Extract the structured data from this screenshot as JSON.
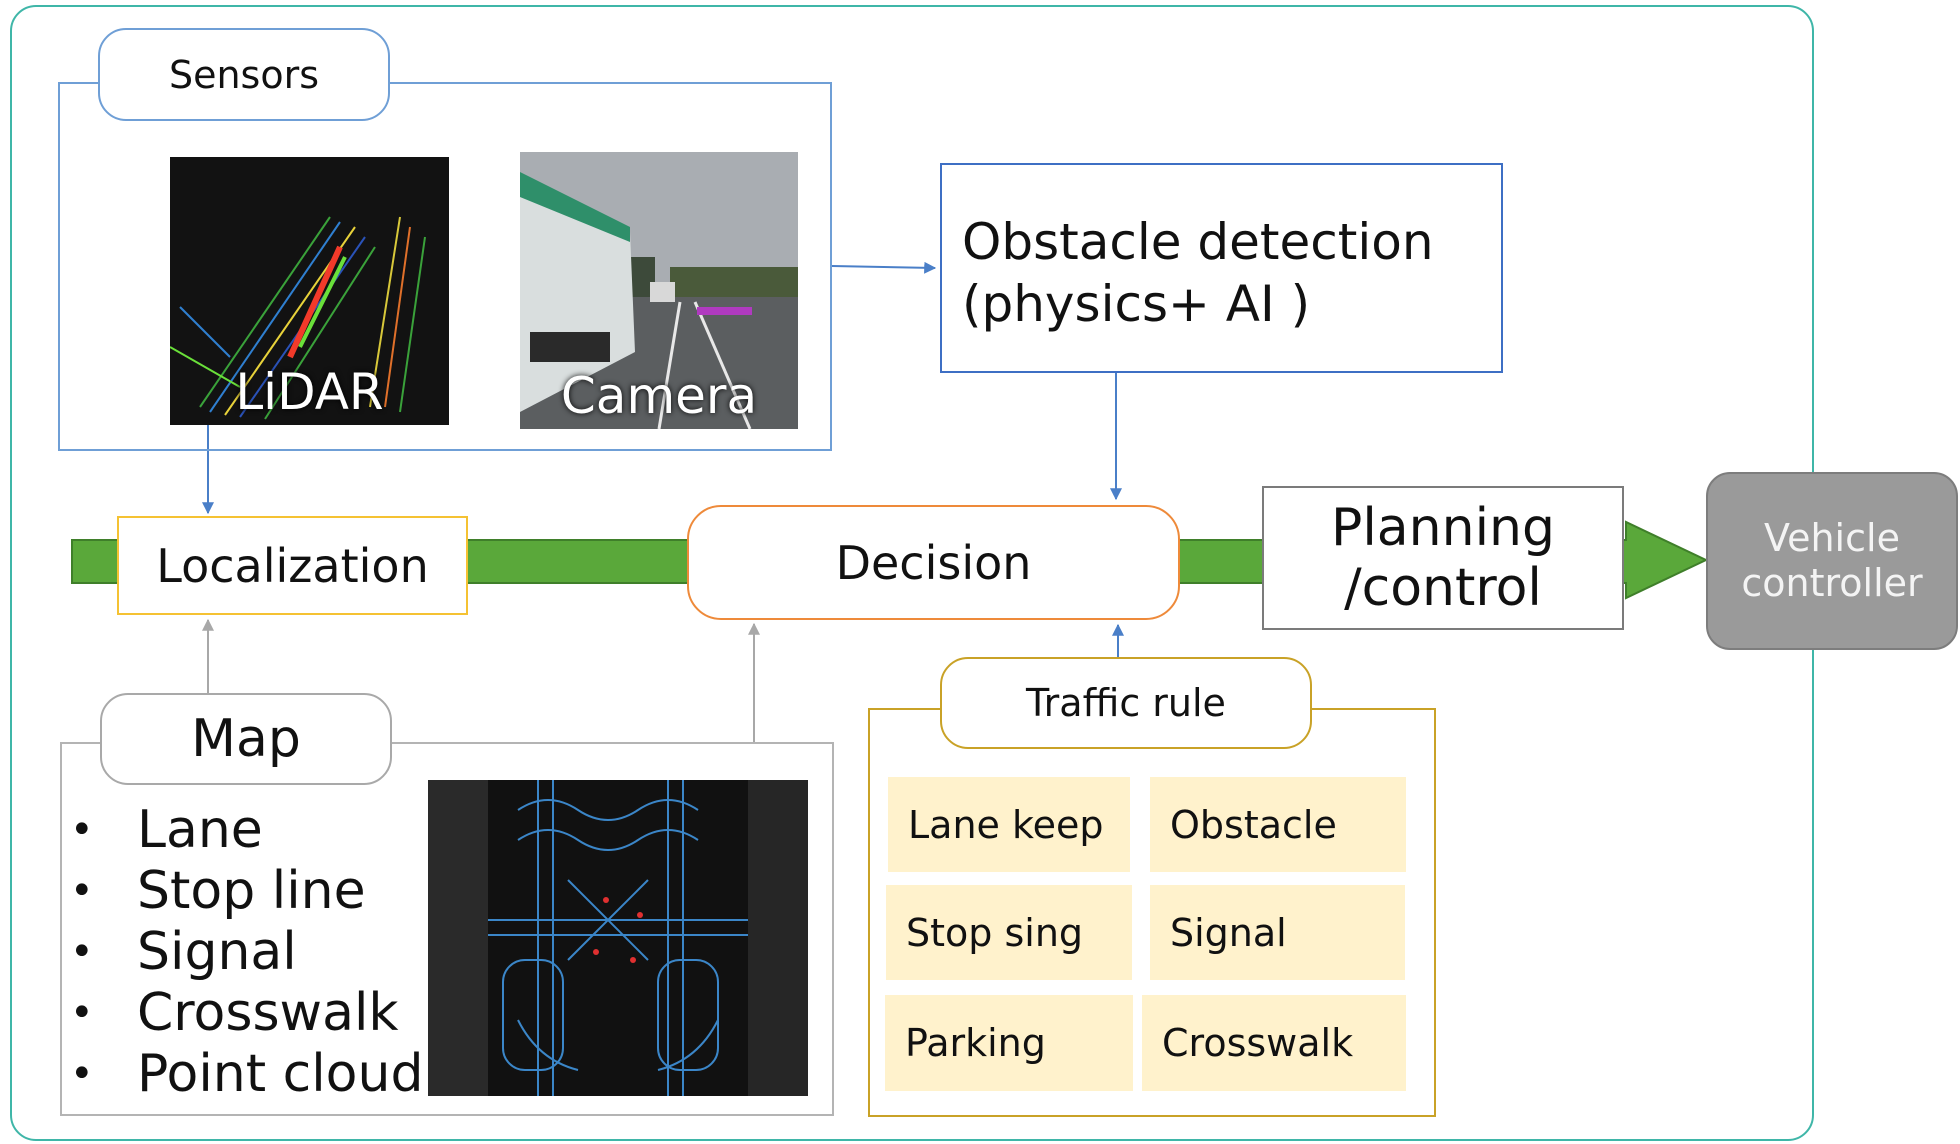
{
  "sensors": {
    "title": "Sensors",
    "lidar_label": "LiDAR",
    "camera_label": "Camera"
  },
  "obstacle_detection": {
    "line1": "Obstacle detection",
    "line2": "(physics+ AI )"
  },
  "pipeline": {
    "localization": "Localization",
    "decision": "Decision",
    "planning_line1": "Planning",
    "planning_line2": "/control",
    "vehicle_line1": "Vehicle",
    "vehicle_line2": "controller"
  },
  "map": {
    "title": "Map",
    "items": [
      "Lane",
      "Stop line",
      "Signal",
      "Crosswalk",
      "Point cloud"
    ]
  },
  "traffic_rule": {
    "title": "Traffic rule",
    "rules": [
      "Lane keep",
      "Obstacle",
      "Stop sing",
      "Signal",
      "Parking",
      "Crosswalk"
    ]
  },
  "colors": {
    "pipeline_bar": "#5aa83a",
    "sensors_border": "#6f9fd6",
    "localization_border": "#f5c233",
    "decision_border": "#ee8a3a",
    "traffic_border": "#c9a227",
    "rule_fill": "#fff2cc",
    "vehicle_fill": "#9a9a9a"
  }
}
